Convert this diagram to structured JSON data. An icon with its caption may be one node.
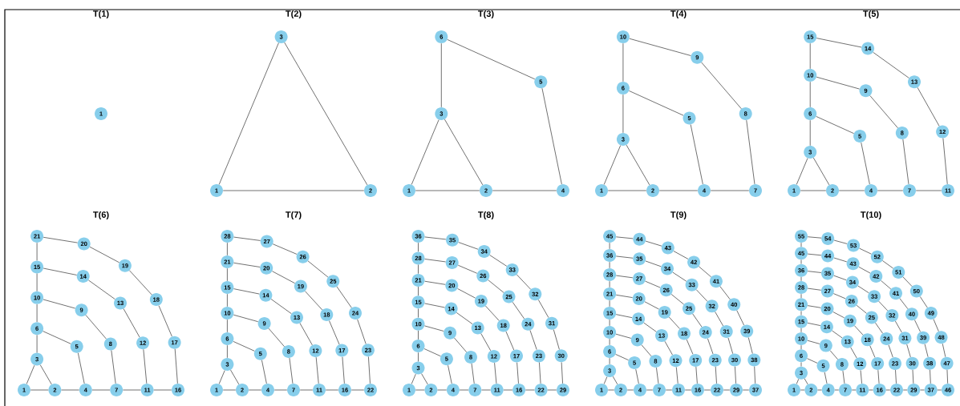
{
  "diagram": {
    "nodes": [
      {
        "text": [
          "1"
        ]
      },
      {
        "text": [
          "1"
        ]
      },
      {
        "text": [
          "2"
        ]
      },
      {
        "text": [
          "3"
        ]
      },
      {
        "text": [
          "1"
        ]
      },
      {
        "text": [
          "2"
        ]
      },
      {
        "text": [
          "3"
        ]
      },
      {
        "text": [
          "4"
        ]
      },
      {
        "text": [
          "5"
        ]
      },
      {
        "text": [
          "6"
        ]
      },
      {
        "text": [
          "1"
        ]
      },
      {
        "text": [
          "2"
        ]
      },
      {
        "text": [
          "3"
        ]
      },
      {
        "text": [
          "4"
        ]
      },
      {
        "text": [
          "5"
        ]
      },
      {
        "text": [
          "6"
        ]
      },
      {
        "text": [
          "7"
        ]
      },
      {
        "text": [
          "8"
        ]
      },
      {
        "text": [
          "9"
        ]
      },
      {
        "text": [
          "10"
        ]
      },
      {
        "text": [
          "1"
        ]
      },
      {
        "text": [
          "2"
        ]
      },
      {
        "text": [
          "3"
        ]
      },
      {
        "text": [
          "4"
        ]
      },
      {
        "text": [
          "5"
        ]
      },
      {
        "text": [
          "6"
        ]
      },
      {
        "text": [
          "7"
        ]
      },
      {
        "text": [
          "8"
        ]
      },
      {
        "text": [
          "9"
        ]
      },
      {
        "text": [
          "10"
        ]
      },
      {
        "text": [
          "11"
        ]
      },
      {
        "text": [
          "12"
        ]
      },
      {
        "text": [
          "13"
        ]
      },
      {
        "text": [
          "14"
        ]
      },
      {
        "text": [
          "15"
        ]
      },
      {
        "text": [
          "1"
        ]
      },
      {
        "text": [
          "2"
        ]
      },
      {
        "text": [
          "3"
        ]
      },
      {
        "text": [
          "4"
        ]
      },
      {
        "text": [
          "5"
        ]
      },
      {
        "text": [
          "6"
        ]
      },
      {
        "text": [
          "7"
        ]
      },
      {
        "text": [
          "8"
        ]
      },
      {
        "text": [
          "9"
        ]
      },
      {
        "text": [
          "10"
        ]
      },
      {
        "text": [
          "11"
        ]
      },
      {
        "text": [
          "12"
        ]
      },
      {
        "text": [
          "13"
        ]
      },
      {
        "text": [
          "14"
        ]
      },
      {
        "text": [
          "15"
        ]
      },
      {
        "text": [
          "16"
        ]
      },
      {
        "text": [
          "17"
        ]
      },
      {
        "text": [
          "18"
        ]
      },
      {
        "text": [
          "19"
        ]
      },
      {
        "text": [
          "20"
        ]
      },
      {
        "text": [
          "21"
        ]
      },
      {
        "text": [
          "1"
        ]
      },
      {
        "text": [
          "2"
        ]
      },
      {
        "text": [
          "3"
        ]
      },
      {
        "text": [
          "4"
        ]
      },
      {
        "text": [
          "5"
        ]
      },
      {
        "text": [
          "6"
        ]
      },
      {
        "text": [
          "7"
        ]
      },
      {
        "text": [
          "8"
        ]
      },
      {
        "text": [
          "9"
        ]
      },
      {
        "text": [
          "10"
        ]
      },
      {
        "text": [
          "11"
        ]
      },
      {
        "text": [
          "12"
        ]
      },
      {
        "text": [
          "13"
        ]
      },
      {
        "text": [
          "14"
        ]
      },
      {
        "text": [
          "15"
        ]
      },
      {
        "text": [
          "16"
        ]
      },
      {
        "text": [
          "17"
        ]
      },
      {
        "text": [
          "18"
        ]
      },
      {
        "text": [
          "19"
        ]
      },
      {
        "text": [
          "20"
        ]
      },
      {
        "text": [
          "21"
        ]
      },
      {
        "text": [
          "22"
        ]
      },
      {
        "text": [
          "23"
        ]
      },
      {
        "text": [
          "24"
        ]
      },
      {
        "text": [
          "25"
        ]
      },
      {
        "text": [
          "26"
        ]
      },
      {
        "text": [
          "27"
        ]
      },
      {
        "text": [
          "28"
        ]
      },
      {
        "text": [
          "1"
        ]
      },
      {
        "text": [
          "2"
        ]
      },
      {
        "text": [
          "3"
        ]
      },
      {
        "text": [
          "4"
        ]
      },
      {
        "text": [
          "5"
        ]
      },
      {
        "text": [
          "6"
        ]
      },
      {
        "text": [
          "7"
        ]
      },
      {
        "text": [
          "8"
        ]
      },
      {
        "text": [
          "9"
        ]
      },
      {
        "text": [
          "10"
        ]
      },
      {
        "text": [
          "11"
        ]
      },
      {
        "text": [
          "12"
        ]
      },
      {
        "text": [
          "13"
        ]
      },
      {
        "text": [
          "14"
        ]
      },
      {
        "text": [
          "15"
        ]
      },
      {
        "text": [
          "16"
        ]
      },
      {
        "text": [
          "17"
        ]
      },
      {
        "text": [
          "18"
        ]
      },
      {
        "text": [
          "19"
        ]
      },
      {
        "text": [
          "20"
        ]
      },
      {
        "text": [
          "21"
        ]
      },
      {
        "text": [
          "22"
        ]
      },
      {
        "text": [
          "23"
        ]
      },
      {
        "text": [
          "24"
        ]
      },
      {
        "text": [
          "25"
        ]
      },
      {
        "text": [
          "26"
        ]
      },
      {
        "text": [
          "27"
        ]
      },
      {
        "text": [
          "28"
        ]
      },
      {
        "text": [
          "29"
        ]
      },
      {
        "text": [
          "30"
        ]
      },
      {
        "text": [
          "31"
        ]
      },
      {
        "text": [
          "32"
        ]
      },
      {
        "text": [
          "33"
        ]
      },
      {
        "text": [
          "34"
        ]
      },
      {
        "text": [
          "35"
        ]
      },
      {
        "text": [
          "36"
        ]
      },
      {
        "text": [
          "1"
        ]
      },
      {
        "text": [
          "2"
        ]
      },
      {
        "text": [
          "3"
        ]
      },
      {
        "text": [
          "4"
        ]
      },
      {
        "text": [
          "5"
        ]
      },
      {
        "text": [
          "6"
        ]
      },
      {
        "text": [
          "7"
        ]
      },
      {
        "text": [
          "8"
        ]
      },
      {
        "text": [
          "9"
        ]
      },
      {
        "text": [
          "10"
        ]
      },
      {
        "text": [
          "11"
        ]
      },
      {
        "text": [
          "12"
        ]
      },
      {
        "text": [
          "13"
        ]
      },
      {
        "text": [
          "14"
        ]
      },
      {
        "text": [
          "15"
        ]
      },
      {
        "text": [
          "16"
        ]
      },
      {
        "text": [
          "17"
        ]
      },
      {
        "text": [
          "18"
        ]
      },
      {
        "text": [
          "19"
        ]
      },
      {
        "text": [
          "20"
        ]
      },
      {
        "text": [
          "21"
        ]
      },
      {
        "text": [
          "22"
        ]
      },
      {
        "text": [
          "23"
        ]
      },
      {
        "text": [
          "24"
        ]
      },
      {
        "text": [
          "25"
        ]
      },
      {
        "text": [
          "26"
        ]
      },
      {
        "text": [
          "27"
        ]
      },
      {
        "text": [
          "28"
        ]
      },
      {
        "text": [
          "29"
        ]
      },
      {
        "text": [
          "30"
        ]
      },
      {
        "text": [
          "31"
        ]
      },
      {
        "text": [
          "32"
        ]
      },
      {
        "text": [
          "33"
        ]
      },
      {
        "text": [
          "34"
        ]
      },
      {
        "text": [
          "35"
        ]
      },
      {
        "text": [
          "36"
        ]
      },
      {
        "text": [
          "37"
        ]
      },
      {
        "text": [
          "38"
        ]
      },
      {
        "text": [
          "39"
        ]
      },
      {
        "text": [
          "40"
        ]
      },
      {
        "text": [
          "41"
        ]
      },
      {
        "text": [
          "42"
        ]
      },
      {
        "text": [
          "43"
        ]
      },
      {
        "text": [
          "44"
        ]
      },
      {
        "text": [
          "45"
        ]
      },
      {
        "text": [
          "1"
        ]
      },
      {
        "text": [
          "2"
        ]
      },
      {
        "text": [
          "3"
        ]
      },
      {
        "text": [
          "4"
        ]
      },
      {
        "text": [
          "5"
        ]
      },
      {
        "text": [
          "6"
        ]
      },
      {
        "text": [
          "7"
        ]
      },
      {
        "text": [
          "8"
        ]
      },
      {
        "text": [
          "9"
        ]
      },
      {
        "text": [
          "10"
        ]
      },
      {
        "text": [
          "11"
        ]
      },
      {
        "text": [
          "12"
        ]
      },
      {
        "text": [
          "13"
        ]
      },
      {
        "text": [
          "14"
        ]
      },
      {
        "text": [
          "15"
        ]
      },
      {
        "text": [
          "16"
        ]
      },
      {
        "text": [
          "17"
        ]
      },
      {
        "text": [
          "18"
        ]
      },
      {
        "text": [
          "19"
        ]
      },
      {
        "text": [
          "20"
        ]
      },
      {
        "text": [
          "21"
        ]
      },
      {
        "text": [
          "22"
        ]
      },
      {
        "text": [
          "23"
        ]
      },
      {
        "text": [
          "24"
        ]
      },
      {
        "text": [
          "25"
        ]
      },
      {
        "text": [
          "26"
        ]
      },
      {
        "text": [
          "27"
        ]
      },
      {
        "text": [
          "28"
        ]
      },
      {
        "text": [
          "29"
        ]
      },
      {
        "text": [
          "30"
        ]
      },
      {
        "text": [
          "31"
        ]
      },
      {
        "text": [
          "32"
        ]
      },
      {
        "text": [
          "33"
        ]
      },
      {
        "text": [
          "34"
        ]
      },
      {
        "text": [
          "35"
        ]
      },
      {
        "text": [
          "36"
        ]
      },
      {
        "text": [
          "37"
        ]
      },
      {
        "text": [
          "38"
        ]
      },
      {
        "text": [
          "39"
        ]
      },
      {
        "text": [
          "40"
        ]
      },
      {
        "text": [
          "41"
        ]
      },
      {
        "text": [
          "42"
        ]
      },
      {
        "text": [
          "43"
        ]
      },
      {
        "text": [
          "44"
        ]
      },
      {
        "text": [
          "45"
        ]
      },
      {
        "text": [
          "46"
        ]
      },
      {
        "text": [
          "47"
        ]
      },
      {
        "text": [
          "48"
        ]
      },
      {
        "text": [
          "49"
        ]
      },
      {
        "text": [
          "50"
        ]
      },
      {
        "text": [
          "51"
        ]
      },
      {
        "text": [
          "52"
        ]
      },
      {
        "text": [
          "53"
        ]
      },
      {
        "text": [
          "54"
        ]
      },
      {
        "text": [
          "55"
        ]
      }
    ],
    "edges": [
      {
        "from": 1,
        "to": 2,
        "arrow": "none"
      },
      {
        "from": 1,
        "to": 3,
        "arrow": "none"
      },
      {
        "from": 2,
        "to": 3,
        "arrow": "none"
      },
      {
        "from": 4,
        "to": 5,
        "arrow": "none"
      },
      {
        "from": 4,
        "to": 6,
        "arrow": "none"
      },
      {
        "from": 5,
        "to": 6,
        "arrow": "none"
      },
      {
        "from": 5,
        "to": 7,
        "arrow": "none"
      },
      {
        "from": 6,
        "to": 9,
        "arrow": "none"
      },
      {
        "from": 7,
        "to": 8,
        "arrow": "none"
      },
      {
        "from": 8,
        "to": 9,
        "arrow": "none"
      },
      {
        "from": 10,
        "to": 11,
        "arrow": "none"
      },
      {
        "from": 10,
        "to": 12,
        "arrow": "none"
      },
      {
        "from": 11,
        "to": 12,
        "arrow": "none"
      },
      {
        "from": 11,
        "to": 13,
        "arrow": "none"
      },
      {
        "from": 12,
        "to": 15,
        "arrow": "none"
      },
      {
        "from": 13,
        "to": 14,
        "arrow": "none"
      },
      {
        "from": 14,
        "to": 15,
        "arrow": "none"
      },
      {
        "from": 13,
        "to": 16,
        "arrow": "none"
      },
      {
        "from": 15,
        "to": 19,
        "arrow": "none"
      },
      {
        "from": 16,
        "to": 17,
        "arrow": "none"
      },
      {
        "from": 17,
        "to": 18,
        "arrow": "none"
      },
      {
        "from": 18,
        "to": 19,
        "arrow": "none"
      },
      {
        "from": 20,
        "to": 21,
        "arrow": "none"
      },
      {
        "from": 20,
        "to": 22,
        "arrow": "none"
      },
      {
        "from": 21,
        "to": 22,
        "arrow": "none"
      },
      {
        "from": 21,
        "to": 23,
        "arrow": "none"
      },
      {
        "from": 22,
        "to": 25,
        "arrow": "none"
      },
      {
        "from": 23,
        "to": 24,
        "arrow": "none"
      },
      {
        "from": 24,
        "to": 25,
        "arrow": "none"
      },
      {
        "from": 23,
        "to": 26,
        "arrow": "none"
      },
      {
        "from": 25,
        "to": 29,
        "arrow": "none"
      },
      {
        "from": 26,
        "to": 27,
        "arrow": "none"
      },
      {
        "from": 27,
        "to": 28,
        "arrow": "none"
      },
      {
        "from": 28,
        "to": 29,
        "arrow": "none"
      },
      {
        "from": 26,
        "to": 30,
        "arrow": "none"
      },
      {
        "from": 29,
        "to": 34,
        "arrow": "none"
      },
      {
        "from": 30,
        "to": 31,
        "arrow": "none"
      },
      {
        "from": 31,
        "to": 32,
        "arrow": "none"
      },
      {
        "from": 32,
        "to": 33,
        "arrow": "none"
      },
      {
        "from": 33,
        "to": 34,
        "arrow": "none"
      },
      {
        "from": 35,
        "to": 36,
        "arrow": "none"
      },
      {
        "from": 35,
        "to": 37,
        "arrow": "none"
      },
      {
        "from": 36,
        "to": 37,
        "arrow": "none"
      },
      {
        "from": 36,
        "to": 38,
        "arrow": "none"
      },
      {
        "from": 37,
        "to": 40,
        "arrow": "none"
      },
      {
        "from": 38,
        "to": 39,
        "arrow": "none"
      },
      {
        "from": 39,
        "to": 40,
        "arrow": "none"
      },
      {
        "from": 38,
        "to": 41,
        "arrow": "none"
      },
      {
        "from": 40,
        "to": 44,
        "arrow": "none"
      },
      {
        "from": 41,
        "to": 42,
        "arrow": "none"
      },
      {
        "from": 42,
        "to": 43,
        "arrow": "none"
      },
      {
        "from": 43,
        "to": 44,
        "arrow": "none"
      },
      {
        "from": 41,
        "to": 45,
        "arrow": "none"
      },
      {
        "from": 44,
        "to": 49,
        "arrow": "none"
      },
      {
        "from": 45,
        "to": 46,
        "arrow": "none"
      },
      {
        "from": 46,
        "to": 47,
        "arrow": "none"
      },
      {
        "from": 47,
        "to": 48,
        "arrow": "none"
      },
      {
        "from": 48,
        "to": 49,
        "arrow": "none"
      },
      {
        "from": 45,
        "to": 50,
        "arrow": "none"
      },
      {
        "from": 49,
        "to": 55,
        "arrow": "none"
      },
      {
        "from": 50,
        "to": 51,
        "arrow": "none"
      },
      {
        "from": 51,
        "to": 52,
        "arrow": "none"
      },
      {
        "from": 52,
        "to": 53,
        "arrow": "none"
      },
      {
        "from": 53,
        "to": 54,
        "arrow": "none"
      },
      {
        "from": 54,
        "to": 55,
        "arrow": "none"
      },
      {
        "from": 56,
        "to": 57,
        "arrow": "none"
      },
      {
        "from": 56,
        "to": 58,
        "arrow": "none"
      },
      {
        "from": 57,
        "to": 58,
        "arrow": "none"
      },
      {
        "from": 57,
        "to": 59,
        "arrow": "none"
      },
      {
        "from": 58,
        "to": 61,
        "arrow": "none"
      },
      {
        "from": 59,
        "to": 60,
        "arrow": "none"
      },
      {
        "from": 60,
        "to": 61,
        "arrow": "none"
      },
      {
        "from": 59,
        "to": 62,
        "arrow": "none"
      },
      {
        "from": 61,
        "to": 65,
        "arrow": "none"
      },
      {
        "from": 62,
        "to": 63,
        "arrow": "none"
      },
      {
        "from": 63,
        "to": 64,
        "arrow": "none"
      },
      {
        "from": 64,
        "to": 65,
        "arrow": "none"
      },
      {
        "from": 62,
        "to": 66,
        "arrow": "none"
      },
      {
        "from": 65,
        "to": 70,
        "arrow": "none"
      },
      {
        "from": 66,
        "to": 67,
        "arrow": "none"
      },
      {
        "from": 67,
        "to": 68,
        "arrow": "none"
      },
      {
        "from": 68,
        "to": 69,
        "arrow": "none"
      },
      {
        "from": 69,
        "to": 70,
        "arrow": "none"
      },
      {
        "from": 66,
        "to": 71,
        "arrow": "none"
      },
      {
        "from": 70,
        "to": 76,
        "arrow": "none"
      },
      {
        "from": 71,
        "to": 72,
        "arrow": "none"
      },
      {
        "from": 72,
        "to": 73,
        "arrow": "none"
      },
      {
        "from": 73,
        "to": 74,
        "arrow": "none"
      },
      {
        "from": 74,
        "to": 75,
        "arrow": "none"
      },
      {
        "from": 75,
        "to": 76,
        "arrow": "none"
      },
      {
        "from": 71,
        "to": 77,
        "arrow": "none"
      },
      {
        "from": 76,
        "to": 83,
        "arrow": "none"
      },
      {
        "from": 77,
        "to": 78,
        "arrow": "none"
      },
      {
        "from": 78,
        "to": 79,
        "arrow": "none"
      },
      {
        "from": 79,
        "to": 80,
        "arrow": "none"
      },
      {
        "from": 80,
        "to": 81,
        "arrow": "none"
      },
      {
        "from": 81,
        "to": 82,
        "arrow": "none"
      },
      {
        "from": 82,
        "to": 83,
        "arrow": "none"
      },
      {
        "from": 84,
        "to": 85,
        "arrow": "none"
      },
      {
        "from": 84,
        "to": 86,
        "arrow": "none"
      },
      {
        "from": 85,
        "to": 86,
        "arrow": "none"
      },
      {
        "from": 85,
        "to": 87,
        "arrow": "none"
      },
      {
        "from": 86,
        "to": 89,
        "arrow": "none"
      },
      {
        "from": 87,
        "to": 88,
        "arrow": "none"
      },
      {
        "from": 88,
        "to": 89,
        "arrow": "none"
      },
      {
        "from": 87,
        "to": 90,
        "arrow": "none"
      },
      {
        "from": 89,
        "to": 93,
        "arrow": "none"
      },
      {
        "from": 90,
        "to": 91,
        "arrow": "none"
      },
      {
        "from": 91,
        "to": 92,
        "arrow": "none"
      },
      {
        "from": 92,
        "to": 93,
        "arrow": "none"
      },
      {
        "from": 90,
        "to": 94,
        "arrow": "none"
      },
      {
        "from": 93,
        "to": 98,
        "arrow": "none"
      },
      {
        "from": 94,
        "to": 95,
        "arrow": "none"
      },
      {
        "from": 95,
        "to": 96,
        "arrow": "none"
      },
      {
        "from": 96,
        "to": 97,
        "arrow": "none"
      },
      {
        "from": 97,
        "to": 98,
        "arrow": "none"
      },
      {
        "from": 94,
        "to": 99,
        "arrow": "none"
      },
      {
        "from": 98,
        "to": 104,
        "arrow": "none"
      },
      {
        "from": 99,
        "to": 100,
        "arrow": "none"
      },
      {
        "from": 100,
        "to": 101,
        "arrow": "none"
      },
      {
        "from": 101,
        "to": 102,
        "arrow": "none"
      },
      {
        "from": 102,
        "to": 103,
        "arrow": "none"
      },
      {
        "from": 103,
        "to": 104,
        "arrow": "none"
      },
      {
        "from": 99,
        "to": 105,
        "arrow": "none"
      },
      {
        "from": 104,
        "to": 111,
        "arrow": "none"
      },
      {
        "from": 105,
        "to": 106,
        "arrow": "none"
      },
      {
        "from": 106,
        "to": 107,
        "arrow": "none"
      },
      {
        "from": 107,
        "to": 108,
        "arrow": "none"
      },
      {
        "from": 108,
        "to": 109,
        "arrow": "none"
      },
      {
        "from": 109,
        "to": 110,
        "arrow": "none"
      },
      {
        "from": 110,
        "to": 111,
        "arrow": "none"
      },
      {
        "from": 105,
        "to": 112,
        "arrow": "none"
      },
      {
        "from": 111,
        "to": 119,
        "arrow": "none"
      },
      {
        "from": 112,
        "to": 113,
        "arrow": "none"
      },
      {
        "from": 113,
        "to": 114,
        "arrow": "none"
      },
      {
        "from": 114,
        "to": 115,
        "arrow": "none"
      },
      {
        "from": 115,
        "to": 116,
        "arrow": "none"
      },
      {
        "from": 116,
        "to": 117,
        "arrow": "none"
      },
      {
        "from": 117,
        "to": 118,
        "arrow": "none"
      },
      {
        "from": 118,
        "to": 119,
        "arrow": "none"
      },
      {
        "from": 120,
        "to": 121,
        "arrow": "none"
      },
      {
        "from": 120,
        "to": 122,
        "arrow": "none"
      },
      {
        "from": 121,
        "to": 122,
        "arrow": "none"
      },
      {
        "from": 121,
        "to": 123,
        "arrow": "none"
      },
      {
        "from": 122,
        "to": 125,
        "arrow": "none"
      },
      {
        "from": 123,
        "to": 124,
        "arrow": "none"
      },
      {
        "from": 124,
        "to": 125,
        "arrow": "none"
      },
      {
        "from": 123,
        "to": 126,
        "arrow": "none"
      },
      {
        "from": 125,
        "to": 129,
        "arrow": "none"
      },
      {
        "from": 126,
        "to": 127,
        "arrow": "none"
      },
      {
        "from": 127,
        "to": 128,
        "arrow": "none"
      },
      {
        "from": 128,
        "to": 129,
        "arrow": "none"
      },
      {
        "from": 126,
        "to": 130,
        "arrow": "none"
      },
      {
        "from": 129,
        "to": 134,
        "arrow": "none"
      },
      {
        "from": 130,
        "to": 131,
        "arrow": "none"
      },
      {
        "from": 131,
        "to": 132,
        "arrow": "none"
      },
      {
        "from": 132,
        "to": 133,
        "arrow": "none"
      },
      {
        "from": 133,
        "to": 134,
        "arrow": "none"
      },
      {
        "from": 130,
        "to": 135,
        "arrow": "none"
      },
      {
        "from": 134,
        "to": 140,
        "arrow": "none"
      },
      {
        "from": 135,
        "to": 136,
        "arrow": "none"
      },
      {
        "from": 136,
        "to": 137,
        "arrow": "none"
      },
      {
        "from": 137,
        "to": 138,
        "arrow": "none"
      },
      {
        "from": 138,
        "to": 139,
        "arrow": "none"
      },
      {
        "from": 139,
        "to": 140,
        "arrow": "none"
      },
      {
        "from": 135,
        "to": 141,
        "arrow": "none"
      },
      {
        "from": 140,
        "to": 147,
        "arrow": "none"
      },
      {
        "from": 141,
        "to": 142,
        "arrow": "none"
      },
      {
        "from": 142,
        "to": 143,
        "arrow": "none"
      },
      {
        "from": 143,
        "to": 144,
        "arrow": "none"
      },
      {
        "from": 144,
        "to": 145,
        "arrow": "none"
      },
      {
        "from": 145,
        "to": 146,
        "arrow": "none"
      },
      {
        "from": 146,
        "to": 147,
        "arrow": "none"
      },
      {
        "from": 141,
        "to": 148,
        "arrow": "none"
      },
      {
        "from": 147,
        "to": 155,
        "arrow": "none"
      },
      {
        "from": 148,
        "to": 149,
        "arrow": "none"
      },
      {
        "from": 149,
        "to": 150,
        "arrow": "none"
      },
      {
        "from": 150,
        "to": 151,
        "arrow": "none"
      },
      {
        "from": 151,
        "to": 152,
        "arrow": "none"
      },
      {
        "from": 152,
        "to": 153,
        "arrow": "none"
      },
      {
        "from": 153,
        "to": 154,
        "arrow": "none"
      },
      {
        "from": 154,
        "to": 155,
        "arrow": "none"
      },
      {
        "from": 148,
        "to": 156,
        "arrow": "none"
      },
      {
        "from": 155,
        "to": 164,
        "arrow": "none"
      },
      {
        "from": 156,
        "to": 157,
        "arrow": "none"
      },
      {
        "from": 157,
        "to": 158,
        "arrow": "none"
      },
      {
        "from": 158,
        "to": 159,
        "arrow": "none"
      },
      {
        "from": 159,
        "to": 160,
        "arrow": "none"
      },
      {
        "from": 160,
        "to": 161,
        "arrow": "none"
      },
      {
        "from": 161,
        "to": 162,
        "arrow": "none"
      },
      {
        "from": 162,
        "to": 163,
        "arrow": "none"
      },
      {
        "from": 163,
        "to": 164,
        "arrow": "none"
      },
      {
        "from": 165,
        "to": 166,
        "arrow": "none"
      },
      {
        "from": 165,
        "to": 167,
        "arrow": "none"
      },
      {
        "from": 166,
        "to": 167,
        "arrow": "none"
      },
      {
        "from": 166,
        "to": 168,
        "arrow": "none"
      },
      {
        "from": 167,
        "to": 170,
        "arrow": "none"
      },
      {
        "from": 168,
        "to": 169,
        "arrow": "none"
      },
      {
        "from": 169,
        "to": 170,
        "arrow": "none"
      },
      {
        "from": 168,
        "to": 171,
        "arrow": "none"
      },
      {
        "from": 170,
        "to": 174,
        "arrow": "none"
      },
      {
        "from": 171,
        "to": 172,
        "arrow": "none"
      },
      {
        "from": 172,
        "to": 173,
        "arrow": "none"
      },
      {
        "from": 173,
        "to": 174,
        "arrow": "none"
      },
      {
        "from": 171,
        "to": 175,
        "arrow": "none"
      },
      {
        "from": 174,
        "to": 179,
        "arrow": "none"
      },
      {
        "from": 175,
        "to": 176,
        "arrow": "none"
      },
      {
        "from": 176,
        "to": 177,
        "arrow": "none"
      },
      {
        "from": 177,
        "to": 178,
        "arrow": "none"
      },
      {
        "from": 178,
        "to": 179,
        "arrow": "none"
      },
      {
        "from": 175,
        "to": 180,
        "arrow": "none"
      },
      {
        "from": 179,
        "to": 185,
        "arrow": "none"
      },
      {
        "from": 180,
        "to": 181,
        "arrow": "none"
      },
      {
        "from": 181,
        "to": 182,
        "arrow": "none"
      },
      {
        "from": 182,
        "to": 183,
        "arrow": "none"
      },
      {
        "from": 183,
        "to": 184,
        "arrow": "none"
      },
      {
        "from": 184,
        "to": 185,
        "arrow": "none"
      },
      {
        "from": 180,
        "to": 186,
        "arrow": "none"
      },
      {
        "from": 185,
        "to": 192,
        "arrow": "none"
      },
      {
        "from": 186,
        "to": 187,
        "arrow": "none"
      },
      {
        "from": 187,
        "to": 188,
        "arrow": "none"
      },
      {
        "from": 188,
        "to": 189,
        "arrow": "none"
      },
      {
        "from": 189,
        "to": 190,
        "arrow": "none"
      },
      {
        "from": 190,
        "to": 191,
        "arrow": "none"
      },
      {
        "from": 191,
        "to": 192,
        "arrow": "none"
      },
      {
        "from": 186,
        "to": 193,
        "arrow": "none"
      },
      {
        "from": 192,
        "to": 200,
        "arrow": "none"
      },
      {
        "from": 193,
        "to": 194,
        "arrow": "none"
      },
      {
        "from": 194,
        "to": 195,
        "arrow": "none"
      },
      {
        "from": 195,
        "to": 196,
        "arrow": "none"
      },
      {
        "from": 196,
        "to": 197,
        "arrow": "none"
      },
      {
        "from": 197,
        "to": 198,
        "arrow": "none"
      },
      {
        "from": 198,
        "to": 199,
        "arrow": "none"
      },
      {
        "from": 199,
        "to": 200,
        "arrow": "none"
      },
      {
        "from": 193,
        "to": 201,
        "arrow": "none"
      },
      {
        "from": 200,
        "to": 209,
        "arrow": "none"
      },
      {
        "from": 201,
        "to": 202,
        "arrow": "none"
      },
      {
        "from": 202,
        "to": 203,
        "arrow": "none"
      },
      {
        "from": 203,
        "to": 204,
        "arrow": "none"
      },
      {
        "from": 204,
        "to": 205,
        "arrow": "none"
      },
      {
        "from": 205,
        "to": 206,
        "arrow": "none"
      },
      {
        "from": 206,
        "to": 207,
        "arrow": "none"
      },
      {
        "from": 207,
        "to": 208,
        "arrow": "none"
      },
      {
        "from": 208,
        "to": 209,
        "arrow": "none"
      },
      {
        "from": 201,
        "to": 210,
        "arrow": "none"
      },
      {
        "from": 209,
        "to": 219,
        "arrow": "none"
      },
      {
        "from": 210,
        "to": 211,
        "arrow": "none"
      },
      {
        "from": 211,
        "to": 212,
        "arrow": "none"
      },
      {
        "from": 212,
        "to": 213,
        "arrow": "none"
      },
      {
        "from": 213,
        "to": 214,
        "arrow": "none"
      },
      {
        "from": 214,
        "to": 215,
        "arrow": "none"
      },
      {
        "from": 215,
        "to": 216,
        "arrow": "none"
      },
      {
        "from": 216,
        "to": 217,
        "arrow": "none"
      },
      {
        "from": 217,
        "to": 218,
        "arrow": "none"
      },
      {
        "from": 218,
        "to": 219,
        "arrow": "none"
      }
    ],
    "labels": [
      "T(1)",
      "T(2)",
      "T(3)",
      "T(4)",
      "T(5)",
      "T(6)",
      "T(7)",
      "T(8)",
      "T(9)",
      "T(10)"
    ]
  }
}
